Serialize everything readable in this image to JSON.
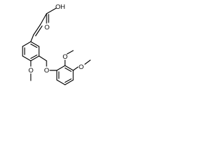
{
  "labels": {
    "hydroxyl": "OH",
    "carbonyl_oxygen": "O",
    "methoxy_left_oxygen": "O",
    "ether_oxygen": "O",
    "methoxy_top_oxygen": "O",
    "methoxy_right_oxygen": "O"
  }
}
